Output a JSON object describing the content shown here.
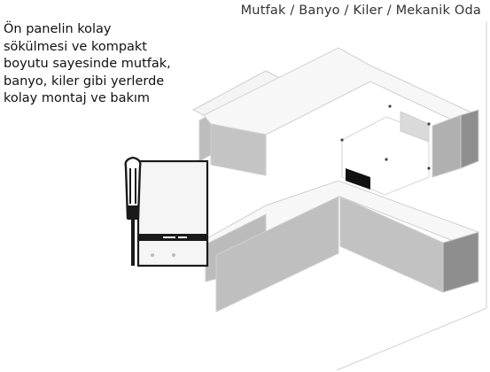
{
  "header": {
    "rooms_label": "Mutfak / Banyo / Kiler / Mekanik Oda"
  },
  "description": {
    "lines": [
      "Ön panelin kolay",
      "sökülmesi ve kompakt",
      "boyutu sayesinde mutfak,",
      "banyo, kiler gibi yerlerde",
      "kolay montaj ve bakım"
    ]
  },
  "colors": {
    "outline": "#1a1a1a",
    "cabinet_top": "#f7f7f7",
    "cabinet_front": "#b9b9b9",
    "cabinet_side": "#8e8e8e",
    "panel_dark": "#111111"
  },
  "icons": [
    "screwdriver-icon",
    "boiler-icon"
  ]
}
